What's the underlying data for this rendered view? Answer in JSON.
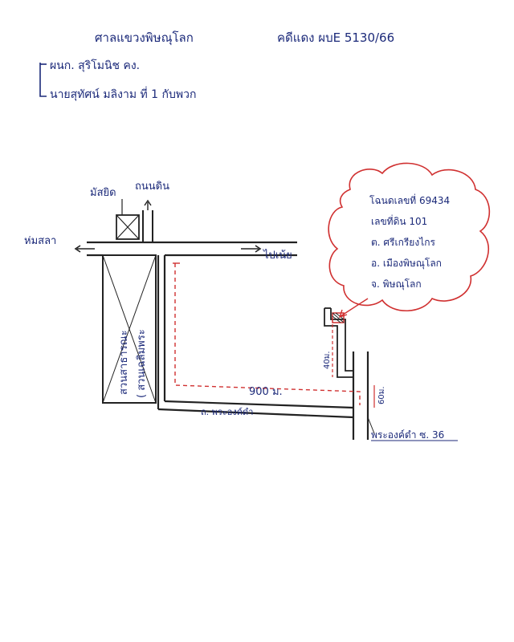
{
  "header": {
    "court": "ศาลแขวงพิษณุโลก",
    "case_no": "คดีแดง ผบE 5130/66",
    "plaintiff": "ผนก. สุริโมนิช คง.",
    "defendant": "นายสุทัศน์ มลิงาม ที่ 1 กับพวก"
  },
  "map": {
    "mosque_label": "มัสยิด",
    "road_top_label": "ถนนดิน",
    "left_arrow_label": "ห่มสลา",
    "right_arrow_label": "ไปเน้ย",
    "park_label_1": "สวนสาธารณะ",
    "park_label_2": "( สวนเฉลิมพระ",
    "distance_horizontal": "900 ม.",
    "distance_short_1": "40ม.",
    "distance_short_2": "60ม.",
    "road_bottom_label": "ถ. พระองค์ดำ",
    "road_end_label": "พระองค์ดำ ซ. 36",
    "cloud_lines": [
      "โฉนดเลขที่ 69434",
      "เลขที่ดิน 101",
      "ต. ศรีเกรียงไกร",
      "อ. เมืองพิษณุโลก",
      "จ. พิษณุโลก"
    ],
    "colors": {
      "ink": "#1c2a7a",
      "line": "#222222",
      "marker": "#d03030"
    }
  }
}
